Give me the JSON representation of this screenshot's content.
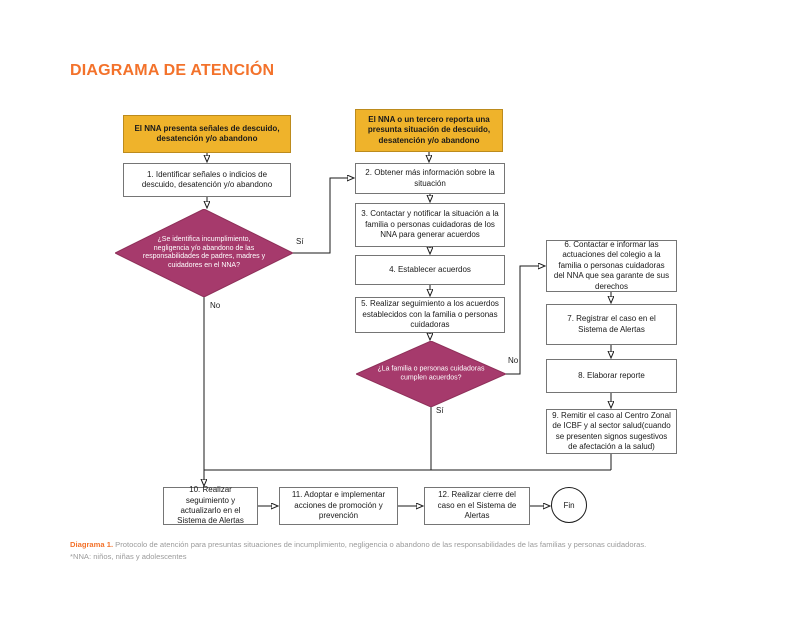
{
  "header": {
    "title": "DIAGRAMA DE ATENCIÓN"
  },
  "flowchart": {
    "start_left": "El NNA presenta señales de descuido, desatención y/o abandono",
    "start_right": "El NNA o un tercero reporta una presunta situación de descuido, desatención y/o abandono",
    "step1": "1. Identificar señales o indicios de descuido, desatención y/o abandono",
    "decision1": "¿Se identifica incumplimiento, negligencia y/o abandono de las responsabilidades de padres, madres y cuidadores en el NNA?",
    "step2": "2. Obtener más información sobre la situación",
    "step3": "3. Contactar y notificar la situación a la familia o personas cuidadoras de los NNA para generar acuerdos",
    "step4": "4. Establecer acuerdos",
    "step5": "5. Realizar seguimiento a los acuerdos establecidos con la familia o personas cuidadoras",
    "decision2": "¿La familia o personas cuidadoras cumplen acuerdos?",
    "step6": "6. Contactar e informar las actuaciones del colegio a la familia o personas cuidadoras del NNA que sea garante de sus derechos",
    "step7": "7. Registrar el caso en el Sistema de Alertas",
    "step8": "8. Elaborar reporte",
    "step9": "9. Remitir el caso al Centro Zonal de ICBF y al sector salud(cuando se presenten signos sugestivos de afectación a la salud)",
    "step10": "10. Realizar seguimiento y actualizarlo en el Sistema de Alertas",
    "step11": "11. Adoptar e implementar acciones de promoción y prevención",
    "step12": "12. Realizar cierre del caso en el Sistema de Alertas",
    "end": "Fin",
    "labels": {
      "yes": "Sí",
      "no": "No"
    }
  },
  "caption": {
    "label": "Diagrama 1.",
    "text": " Protocolo de atención para presuntas situaciones de incumplimiento, negligencia o abandono de las responsabilidades de las familias y personas cuidadoras.",
    "note": "*NNA: niños, niñas y adolescentes"
  },
  "colors": {
    "accent_orange": "#F3722B",
    "start_fill": "#EFB32B",
    "start_border": "#BC8B1D",
    "decision_fill": "#A63A6C",
    "decision_border": "#8E3059",
    "box_border": "#757575",
    "line": "#1a1a1a",
    "caption_gray": "#9B9B9B"
  }
}
